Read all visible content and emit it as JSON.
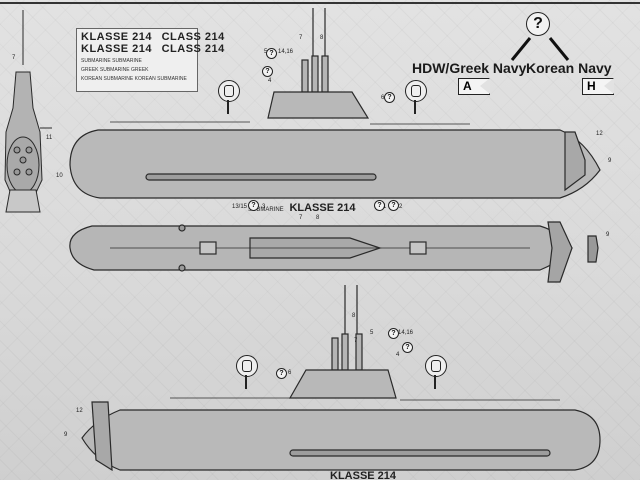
{
  "decal_sheet": {
    "rows": [
      {
        "left": "KLASSE 214",
        "right": "CLASS 214"
      },
      {
        "left": "KLASSE 214",
        "right": "CLASS 214"
      }
    ],
    "small_rows": [
      "SUBMARINE SUBMARINE",
      "GREEK SUBMARINE GREEK",
      "KOREAN SUBMARINE KOREAN SUBMARINE"
    ]
  },
  "markings": {
    "question_symbol": "?",
    "navy_greek_label": "HDW/Greek Navy",
    "navy_korean_label": "Korean Navy",
    "flag_a": "A",
    "flag_h": "H"
  },
  "views": {
    "side_title_prefix": "SUBMARINE",
    "side_title": "KLASSE 214",
    "bottom_title": "KLASSE 214",
    "callouts": {
      "c1": "1",
      "c2": "2",
      "c3": "3",
      "c4": "4",
      "c5": "5",
      "c6": "6",
      "c7": "7",
      "c8": "8",
      "c9": "9",
      "c10": "10",
      "c11": "11",
      "c12": "12",
      "c1315": "13/15",
      "c1416": "14,16"
    }
  },
  "colors": {
    "hull": "#b8b8b8",
    "hull_dark": "#8e8e8e",
    "outline": "#2a2a2a",
    "paper": "#dcdcdc"
  }
}
